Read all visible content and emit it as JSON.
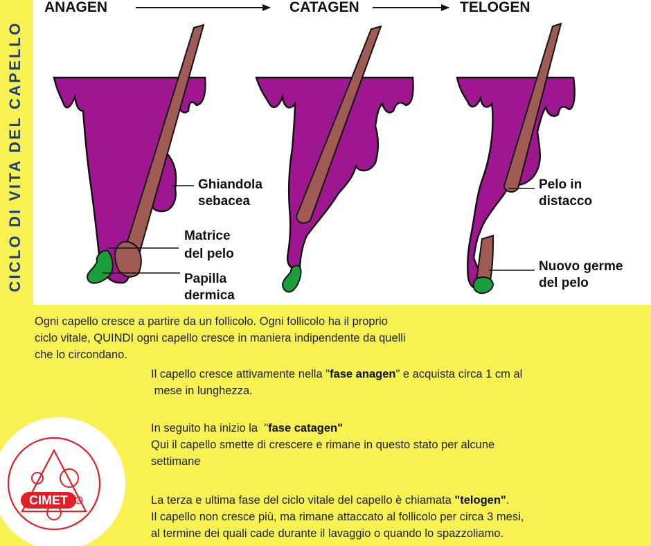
{
  "side_title": "CICLO DI VITA DEL CAPELLO",
  "phases": [
    "ANAGEN",
    "CATAGEN",
    "TELOGEN"
  ],
  "labels": {
    "ghiandola_1": "Ghiandola",
    "ghiandola_2": "sebacea",
    "matrice_1": "Matrice",
    "matrice_2": "del pelo",
    "papilla_1": "Papilla",
    "papilla_2": "dermica",
    "distacco_1": "Pelo in",
    "distacco_2": "distacco",
    "germe_1": "Nuovo germe",
    "germe_2": "del pelo"
  },
  "colors": {
    "follicle": "#9e1791",
    "hair": "#a05b55",
    "papilla": "#1a9e3a",
    "band": "#f7f251",
    "title": "#1f3d7a",
    "logo": "#e01f26"
  },
  "text": {
    "intro_1": "Ogni capello cresce a partire da un follicolo. Ogni follicolo ha il proprio",
    "intro_2": "ciclo vitale, QUINDI ogni capello cresce in maniera indipendente da quelli",
    "intro_3": "che lo circondano.",
    "p1_a": "Il capello cresce attivamente nella \"",
    "p1_b": "fase anagen",
    "p1_c": "\" e acquista circa 1 cm al",
    "p1_d": " mese in lunghezza.",
    "p2_a": "In seguito ha inizio la  \"",
    "p2_b": "fase catagen\"",
    "p2_c": "Qui il capello smette di crescere e rimane in questo stato per alcune",
    "p2_d": "settimane",
    "p3_a": "La terza e ultima fase del ciclo vitale del capello è chiamata ",
    "p3_b": "\"telogen\"",
    "p3_c": ".",
    "p3_d": "Il capello non cresce più, ma rimane attaccato al follicolo per circa 3 mesi,",
    "p3_e": "al termine dei quali cade durante il lavaggio o quando lo spazzoliamo."
  },
  "logo": {
    "name": "CIMET",
    "mark": "R"
  }
}
